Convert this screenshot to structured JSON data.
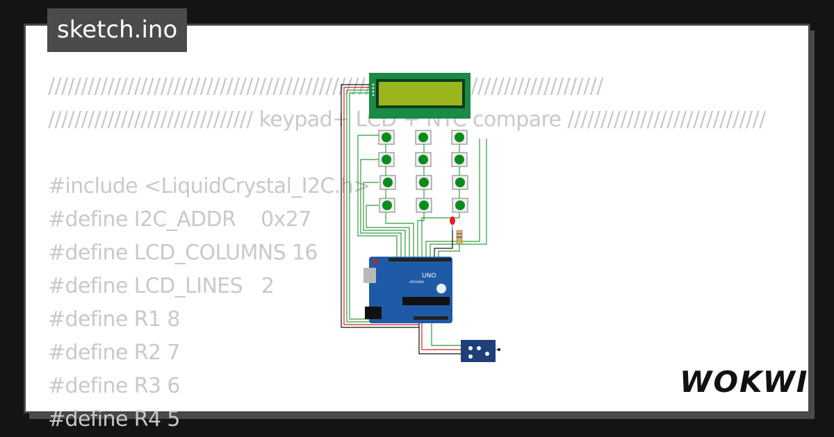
{
  "app": {
    "title": "sketch.ino",
    "brand": "WOKWI"
  },
  "code_lines": [
    "////////////////////////////////////////////////////////////////////////////////////",
    "/////////////////////////////// keypad+ LCD + NTC compare //////////////////////////////",
    "",
    "#include <LiquidCrystal_I2C.h>",
    "#define I2C_ADDR    0x27",
    "#define LCD_COLUMNS 16",
    "#define LCD_LINES   2",
    "#define R1 8",
    "#define R2 7",
    "#define R3 6",
    "#define R4 5"
  ],
  "circuit": {
    "board_label": "UNO",
    "board_brand": "ARDUINO",
    "colors": {
      "board": "#1f5aa6",
      "lcd_frame": "#1a8a44",
      "lcd_screen": "#9bb51f",
      "button": "#0b8c1a",
      "wire_green": "#2e9a3a",
      "wire_red": "#d02020",
      "wire_black": "#111111"
    }
  }
}
